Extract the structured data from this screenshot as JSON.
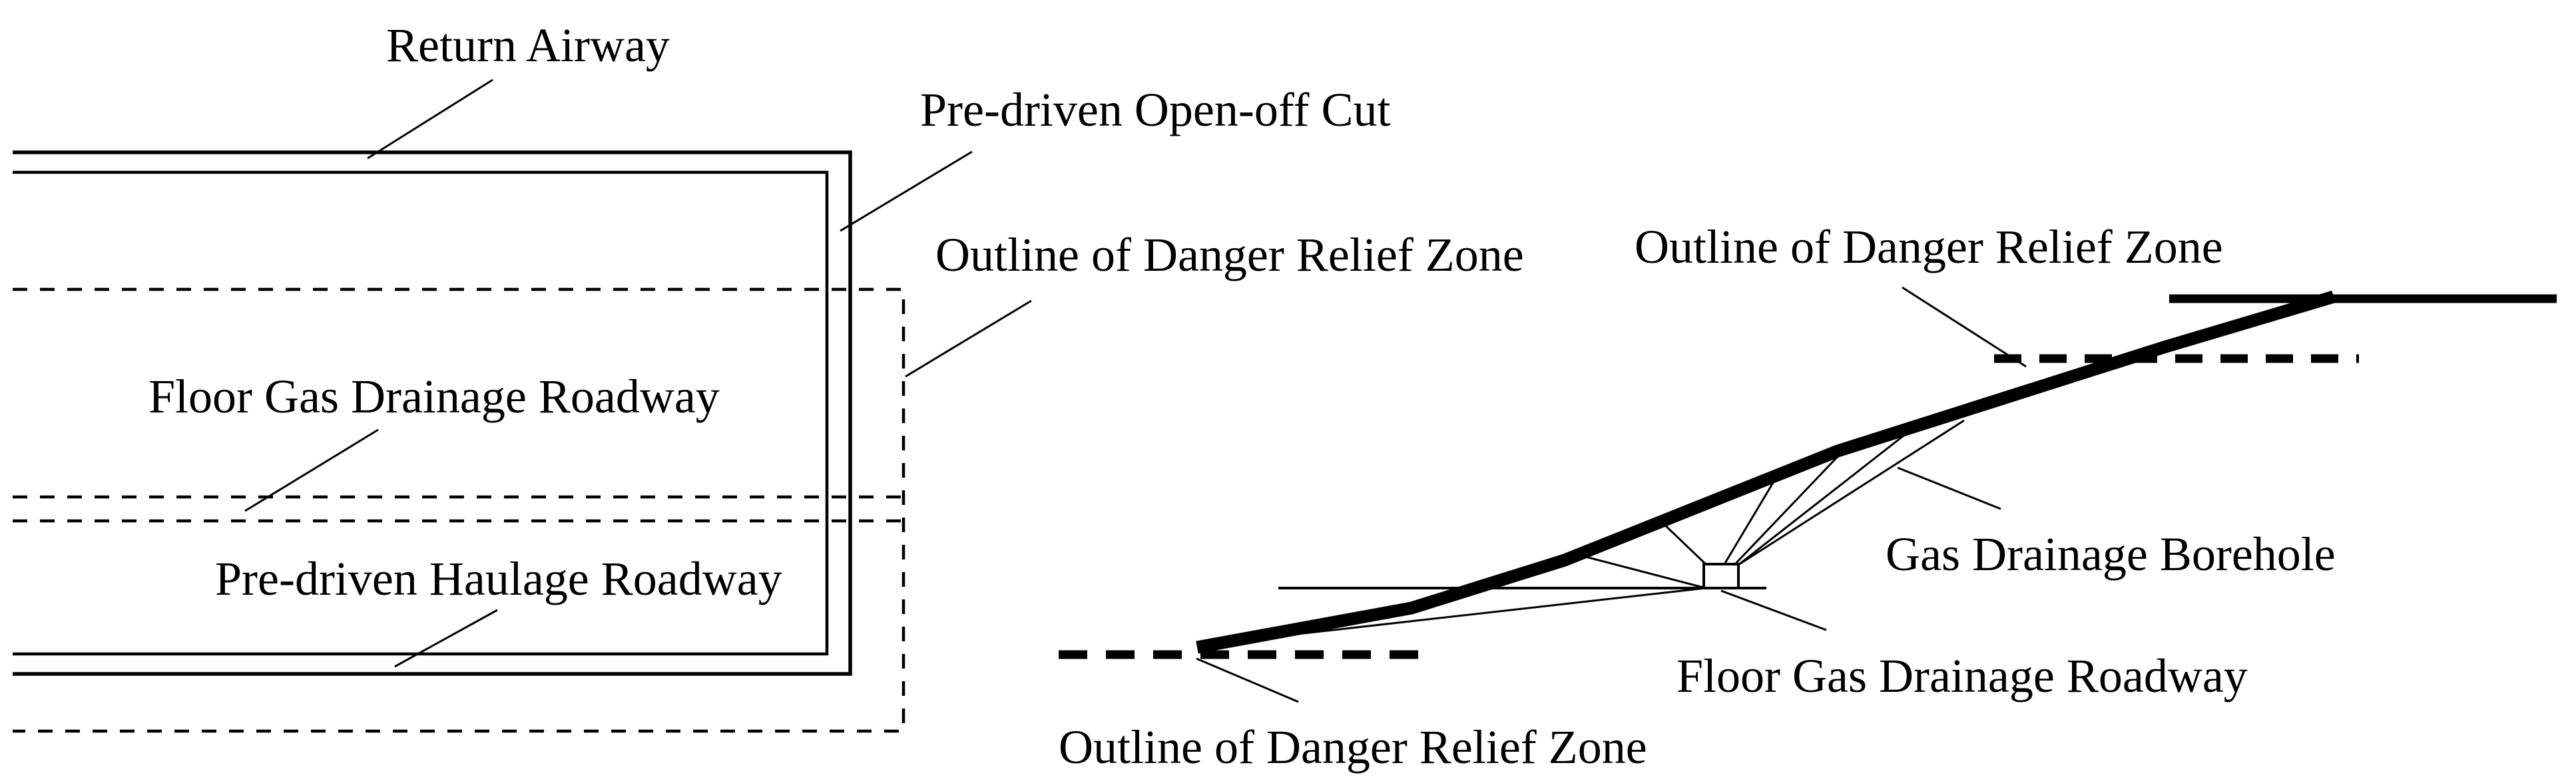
{
  "colors": {
    "ink": "#000000",
    "background": "#ffffff"
  },
  "left_diagram": {
    "view": "plan",
    "labels": {
      "return_airway": "Return Airway",
      "open_off_cut": "Pre-driven Open-off Cut",
      "danger_zone": "Outline of Danger Relief Zone",
      "floor_roadway": "Floor Gas Drainage Roadway",
      "haulage_roadway": "Pre-driven Haulage Roadway"
    }
  },
  "right_diagram": {
    "view": "section",
    "labels": {
      "danger_zone_top": "Outline of Danger Relief Zone",
      "borehole": "Gas Drainage Borehole",
      "floor_roadway": "Floor Gas Drainage Roadway",
      "danger_zone_bottom": "Outline of Danger Relief Zone"
    }
  }
}
